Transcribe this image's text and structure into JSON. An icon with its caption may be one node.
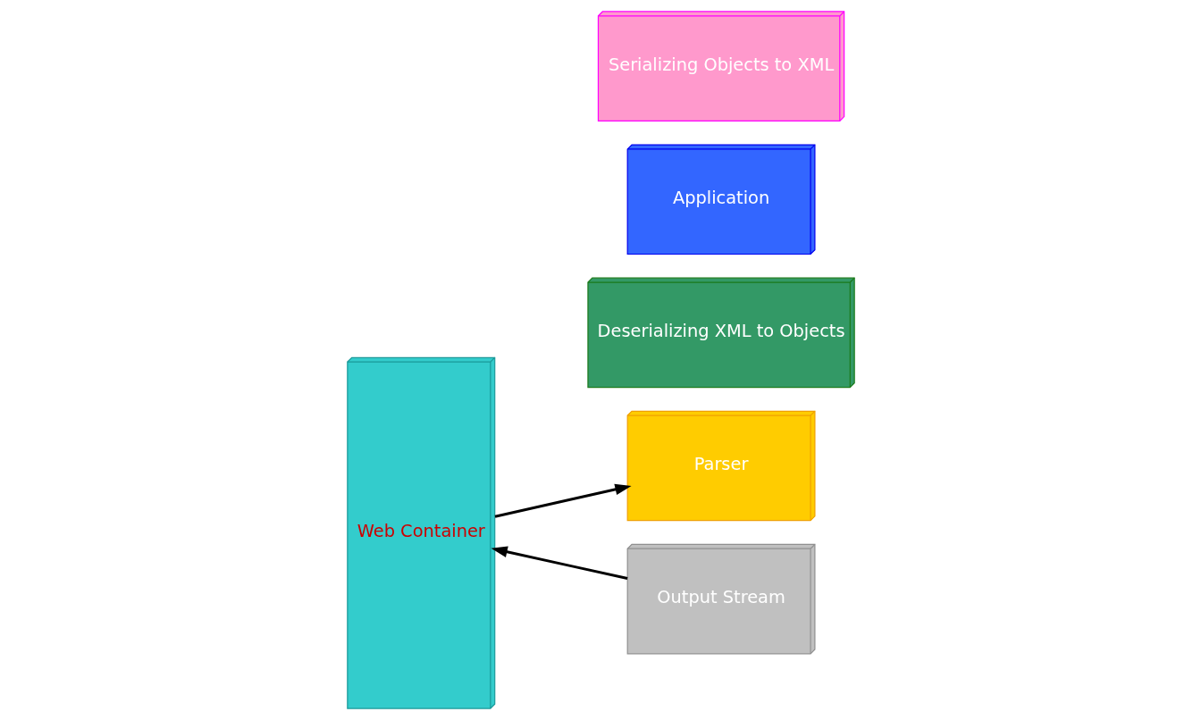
{
  "diagram": {
    "nodes": [
      {
        "text": [
          "Web Container"
        ]
      },
      {
        "text": [
          "Parser"
        ]
      },
      {
        "text": [
          "Deserializing XML to Objects"
        ]
      },
      {
        "text": [
          "Application"
        ]
      },
      {
        "text": [
          "Output Stream"
        ]
      },
      {
        "text": [
          "Serializing Objects to XML"
        ]
      }
    ],
    "edges": [
      {
        "from": 0,
        "to": 1,
        "arrow": "to"
      },
      {
        "from": 4,
        "to": 0,
        "arrow": "to"
      }
    ]
  }
}
